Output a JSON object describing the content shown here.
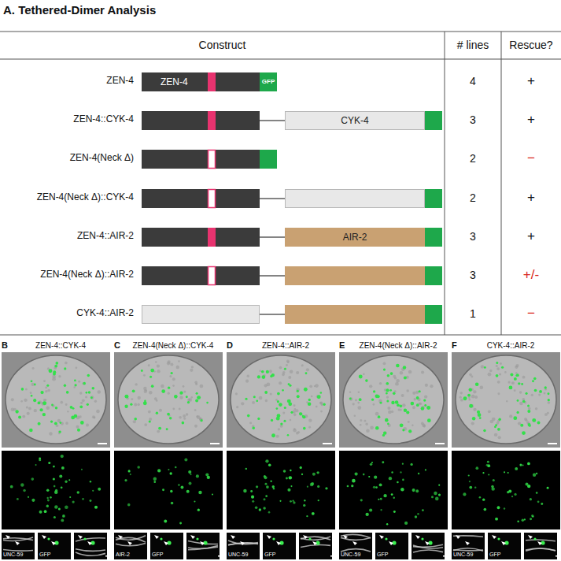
{
  "diagram": {
    "title": "A. Tethered-Dimer Analysis",
    "nodes": [
      {
        "text": [
          "ZEN-4"
        ]
      },
      {
        "text": [
          "GFP"
        ]
      },
      {
        "text": [
          "CYK-4"
        ]
      },
      {
        "text": [
          "AIR-2"
        ]
      }
    ],
    "labels": [
      "Construct",
      "# lines",
      "Rescue?",
      "ZEN-4",
      "4",
      "+",
      "ZEN-4::CYK-4",
      "3",
      "+",
      "ZEN-4(Neck Δ)",
      "2",
      "−",
      "ZEN-4(Neck Δ)::CYK-4",
      "2",
      "+",
      "ZEN-4::AIR-2",
      "3",
      "+",
      "ZEN-4(Neck Δ)::AIR-2",
      "3",
      "+/-",
      "CYK-4::AIR-2",
      "1",
      "−",
      "B",
      "ZEN-4::CYK-4",
      "C",
      "ZEN-4(Neck Δ)::CYK-4",
      "D",
      "ZEN-4::AIR-2",
      "E",
      "ZEN-4(Neck Δ)::AIR-2",
      "F",
      "CYK-4::AIR-2",
      "UNC-59",
      "GFP",
      "AIR-2",
      "GFP",
      "UNC-59",
      "GFP",
      "UNC-59",
      "GFP",
      "UNC-59",
      "GFP"
    ]
  }
}
